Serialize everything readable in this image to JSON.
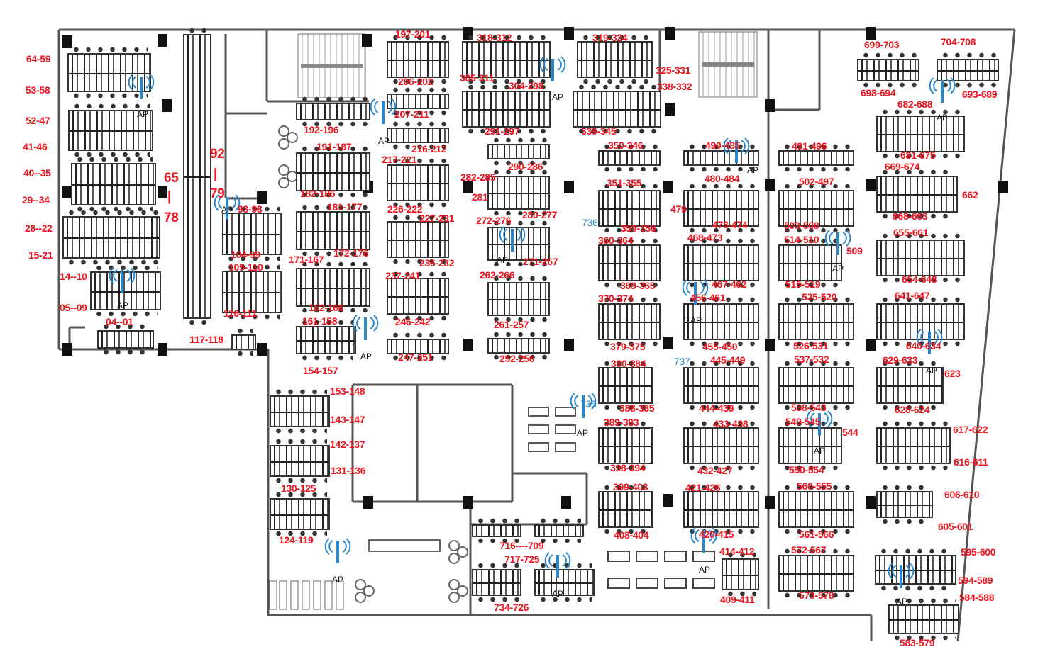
{
  "title": "Office floor plan - seat numbers and wireless access points",
  "ap_label": "AP",
  "colors": {
    "seat_label": "#f0141e",
    "ap_icon": "#2b86c8",
    "room_label": "#2b86c8",
    "wall": "#555555"
  },
  "seat_labels": [
    "64-59",
    "53-58",
    "52-47",
    "41-46",
    "40--35",
    "29--34",
    "28--22",
    "15-21",
    "14--10",
    "05--09",
    "04--01",
    "117-118",
    "93-98",
    "104-99",
    "105-110",
    "116-111",
    "192-196",
    "191-187",
    "182-186",
    "181-177",
    "171-167",
    "172-176",
    "162-166",
    "161-158",
    "154-157",
    "197-201",
    "206-202",
    "207-211",
    "216-212",
    "217-221",
    "226-222",
    "227-231",
    "236-232",
    "237-241",
    "246-242",
    "247-251",
    "318-312",
    "305-311",
    "304-298",
    "291-297",
    "319-324",
    "325-331",
    "338-332",
    "339-345",
    "290-286",
    "282-285",
    "281",
    "280-277",
    "272-276",
    "271-267",
    "262-266",
    "261-257",
    "252-256",
    "350-346",
    "351-355",
    "479",
    "359-356",
    "360-364",
    "369-365",
    "370-374",
    "379-375",
    "380-384",
    "388-385",
    "389-393",
    "398-394",
    "399-403",
    "408-404",
    "490-485",
    "480-484",
    "478-474",
    "468-473",
    "467-462",
    "456-461",
    "455-450",
    "445-449",
    "444-439",
    "433-438",
    "432-427",
    "421-426",
    "420-415",
    "414-412",
    "409-411",
    "491-496",
    "502-497",
    "503-508",
    "514-510",
    "509",
    "515-519",
    "525-520",
    "526-531",
    "537-532",
    "538-543",
    "549-545",
    "544",
    "550-554",
    "560-555",
    "561-566",
    "572-567",
    "573-578",
    "699-703",
    "704-708",
    "698-694",
    "693-689",
    "682-688",
    "681-675",
    "669-674",
    "662",
    "668-663",
    "655-661",
    "654-648",
    "641-647",
    "640-634",
    "629-633",
    "623",
    "628-624",
    "617-622",
    "616-611",
    "606-610",
    "605-601",
    "595-600",
    "594-589",
    "584-588",
    "583-579",
    "153-148",
    "143-147",
    "142-137",
    "131-136",
    "130-125",
    "124-119",
    "716----709",
    "717-725",
    "734-726"
  ],
  "range_labels": [
    "65",
    "|",
    "78",
    "92",
    "|",
    "79"
  ],
  "room_numbers": [
    "736",
    "737",
    "735"
  ]
}
